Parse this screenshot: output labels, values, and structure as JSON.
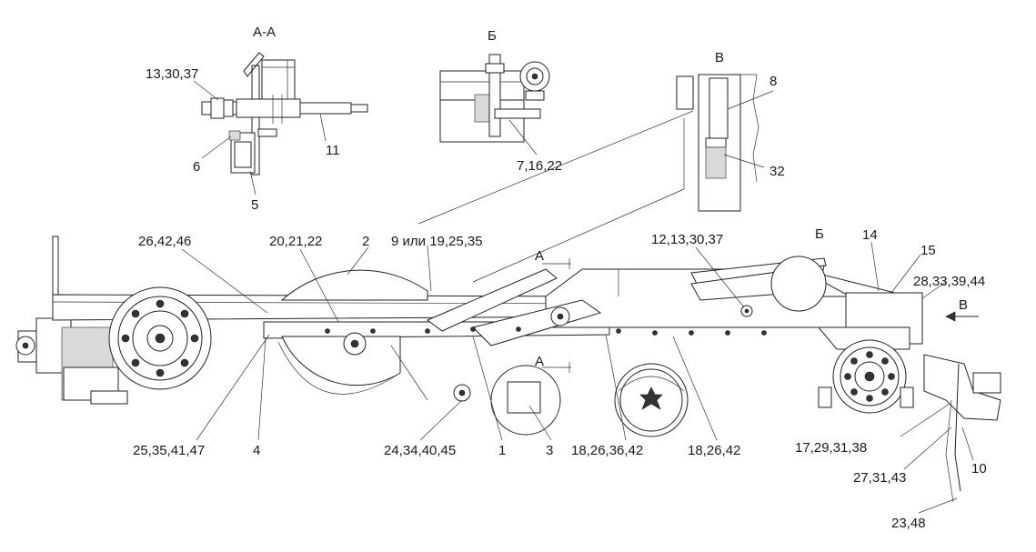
{
  "views": {
    "section_aa": "А-А",
    "view_b": "Б",
    "view_v": "В"
  },
  "section_markers": {
    "a_top": "А",
    "a_bottom": "А",
    "b_frame": "Б",
    "v_arrow": "В"
  },
  "callouts": {
    "c_13_30_37": "13,30,37",
    "c_11": "11",
    "c_6": "6",
    "c_5": "5",
    "c_7_16_22": "7,16,22",
    "c_8": "8",
    "c_32": "32",
    "c_26_42_46": "26,42,46",
    "c_20_21_22": "20,21,22",
    "c_2": "2",
    "c_9_19_25_35": "9 или 19,25,35",
    "c_12_13_30_37": "12,13,30,37",
    "c_14": "14",
    "c_15": "15",
    "c_28_33_39_44": "28,33,39,44",
    "c_25_35_41_47": "25,35,41,47",
    "c_4": "4",
    "c_24_34_40_45": "24,34,40,45",
    "c_1": "1",
    "c_3": "3",
    "c_18_26_36_42": "18,26,36,42",
    "c_18_26_42": "18,26,42",
    "c_17_29_31_38": "17,29,31,38",
    "c_27_31_43": "27,31,43",
    "c_10": "10",
    "c_23_48": "23,48"
  }
}
